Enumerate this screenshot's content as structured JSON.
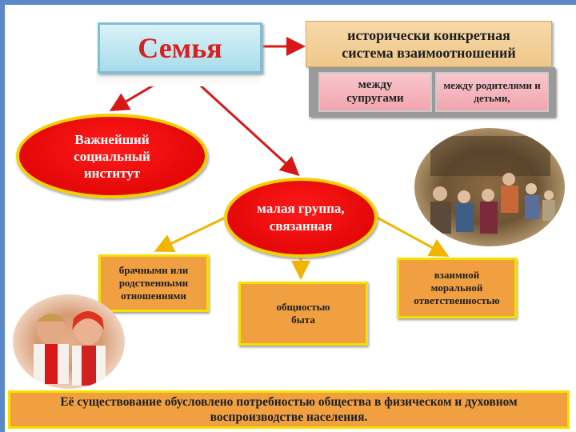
{
  "title": "Семья",
  "system": "исторически конкретная\nсистема  взаимоотношений",
  "relations": [
    "между\nсупругами",
    "между родителями и\nдетьми,"
  ],
  "institute": "Важнейший\nсоциальный\nинститут",
  "small_group": "малая группа,\nсвязанная",
  "bonds": [
    "брачными или\nродственными\nотношениями",
    "общностью\nбыта",
    "взаимной\nморальной\nответственностью"
  ],
  "footer": "Её существование обусловлено потребностью общества в физическом  и духовном\nвоспроизводстве населения.",
  "colors": {
    "arrow_red": "#d81818",
    "arrow_yellow": "#f2b400",
    "oval_red": "#e00000",
    "box_orange": "#f0a040",
    "border_yellow": "#f5e000"
  }
}
